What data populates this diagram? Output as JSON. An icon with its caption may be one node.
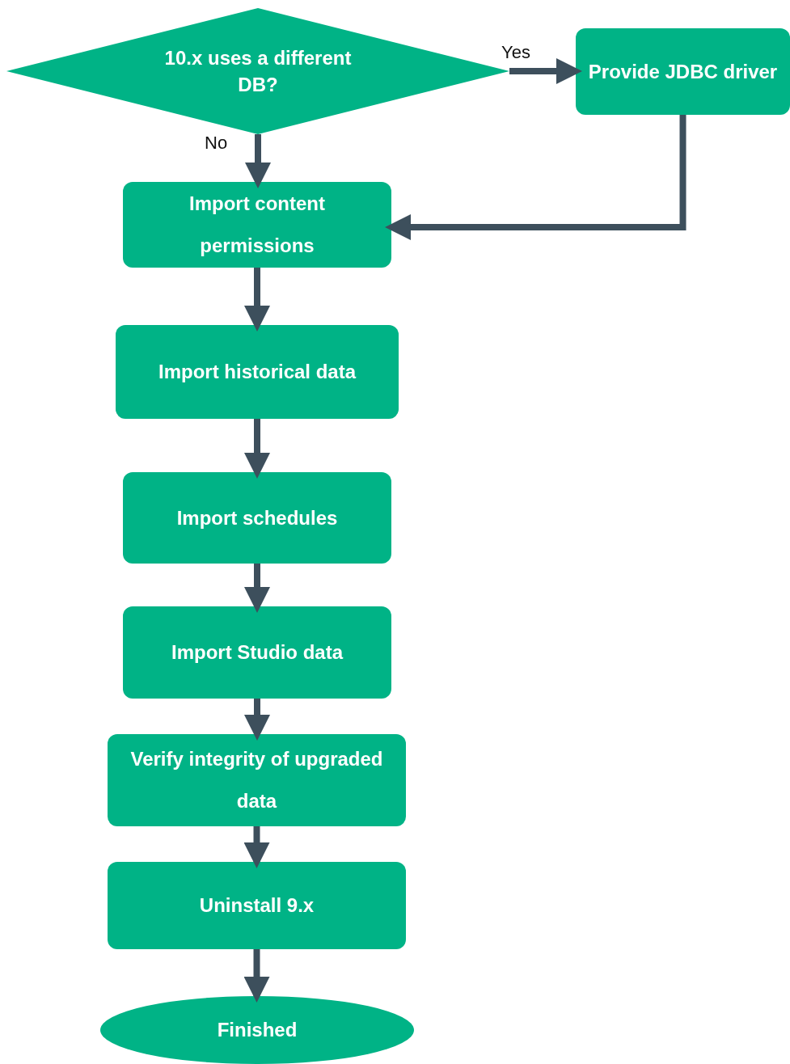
{
  "diagram": {
    "nodes": [
      {
        "text": [
          "10.x uses a different DB?"
        ]
      },
      {
        "text": [
          "Provide JDBC driver"
        ]
      },
      {
        "text": [
          "Import content permissions"
        ]
      },
      {
        "text": [
          "Import historical data"
        ]
      },
      {
        "text": [
          "Import schedules"
        ]
      },
      {
        "text": [
          "Import Studio data"
        ]
      },
      {
        "text": [
          "Verify integrity of upgraded data"
        ]
      },
      {
        "text": [
          "Uninstall 9.x"
        ]
      },
      {
        "text": [
          "Finished"
        ]
      }
    ],
    "edges": [
      {
        "from": 0,
        "to": 1,
        "arrow": "to",
        "label": "Yes"
      },
      {
        "from": 0,
        "to": 2,
        "arrow": "to",
        "label": "No"
      },
      {
        "from": 1,
        "to": 2,
        "arrow": "to"
      },
      {
        "from": 2,
        "to": 3,
        "arrow": "to"
      },
      {
        "from": 3,
        "to": 4,
        "arrow": "to"
      },
      {
        "from": 4,
        "to": 5,
        "arrow": "to"
      },
      {
        "from": 5,
        "to": 6,
        "arrow": "to"
      },
      {
        "from": 6,
        "to": 7,
        "arrow": "to"
      },
      {
        "from": 7,
        "to": 8,
        "arrow": "to"
      }
    ]
  }
}
